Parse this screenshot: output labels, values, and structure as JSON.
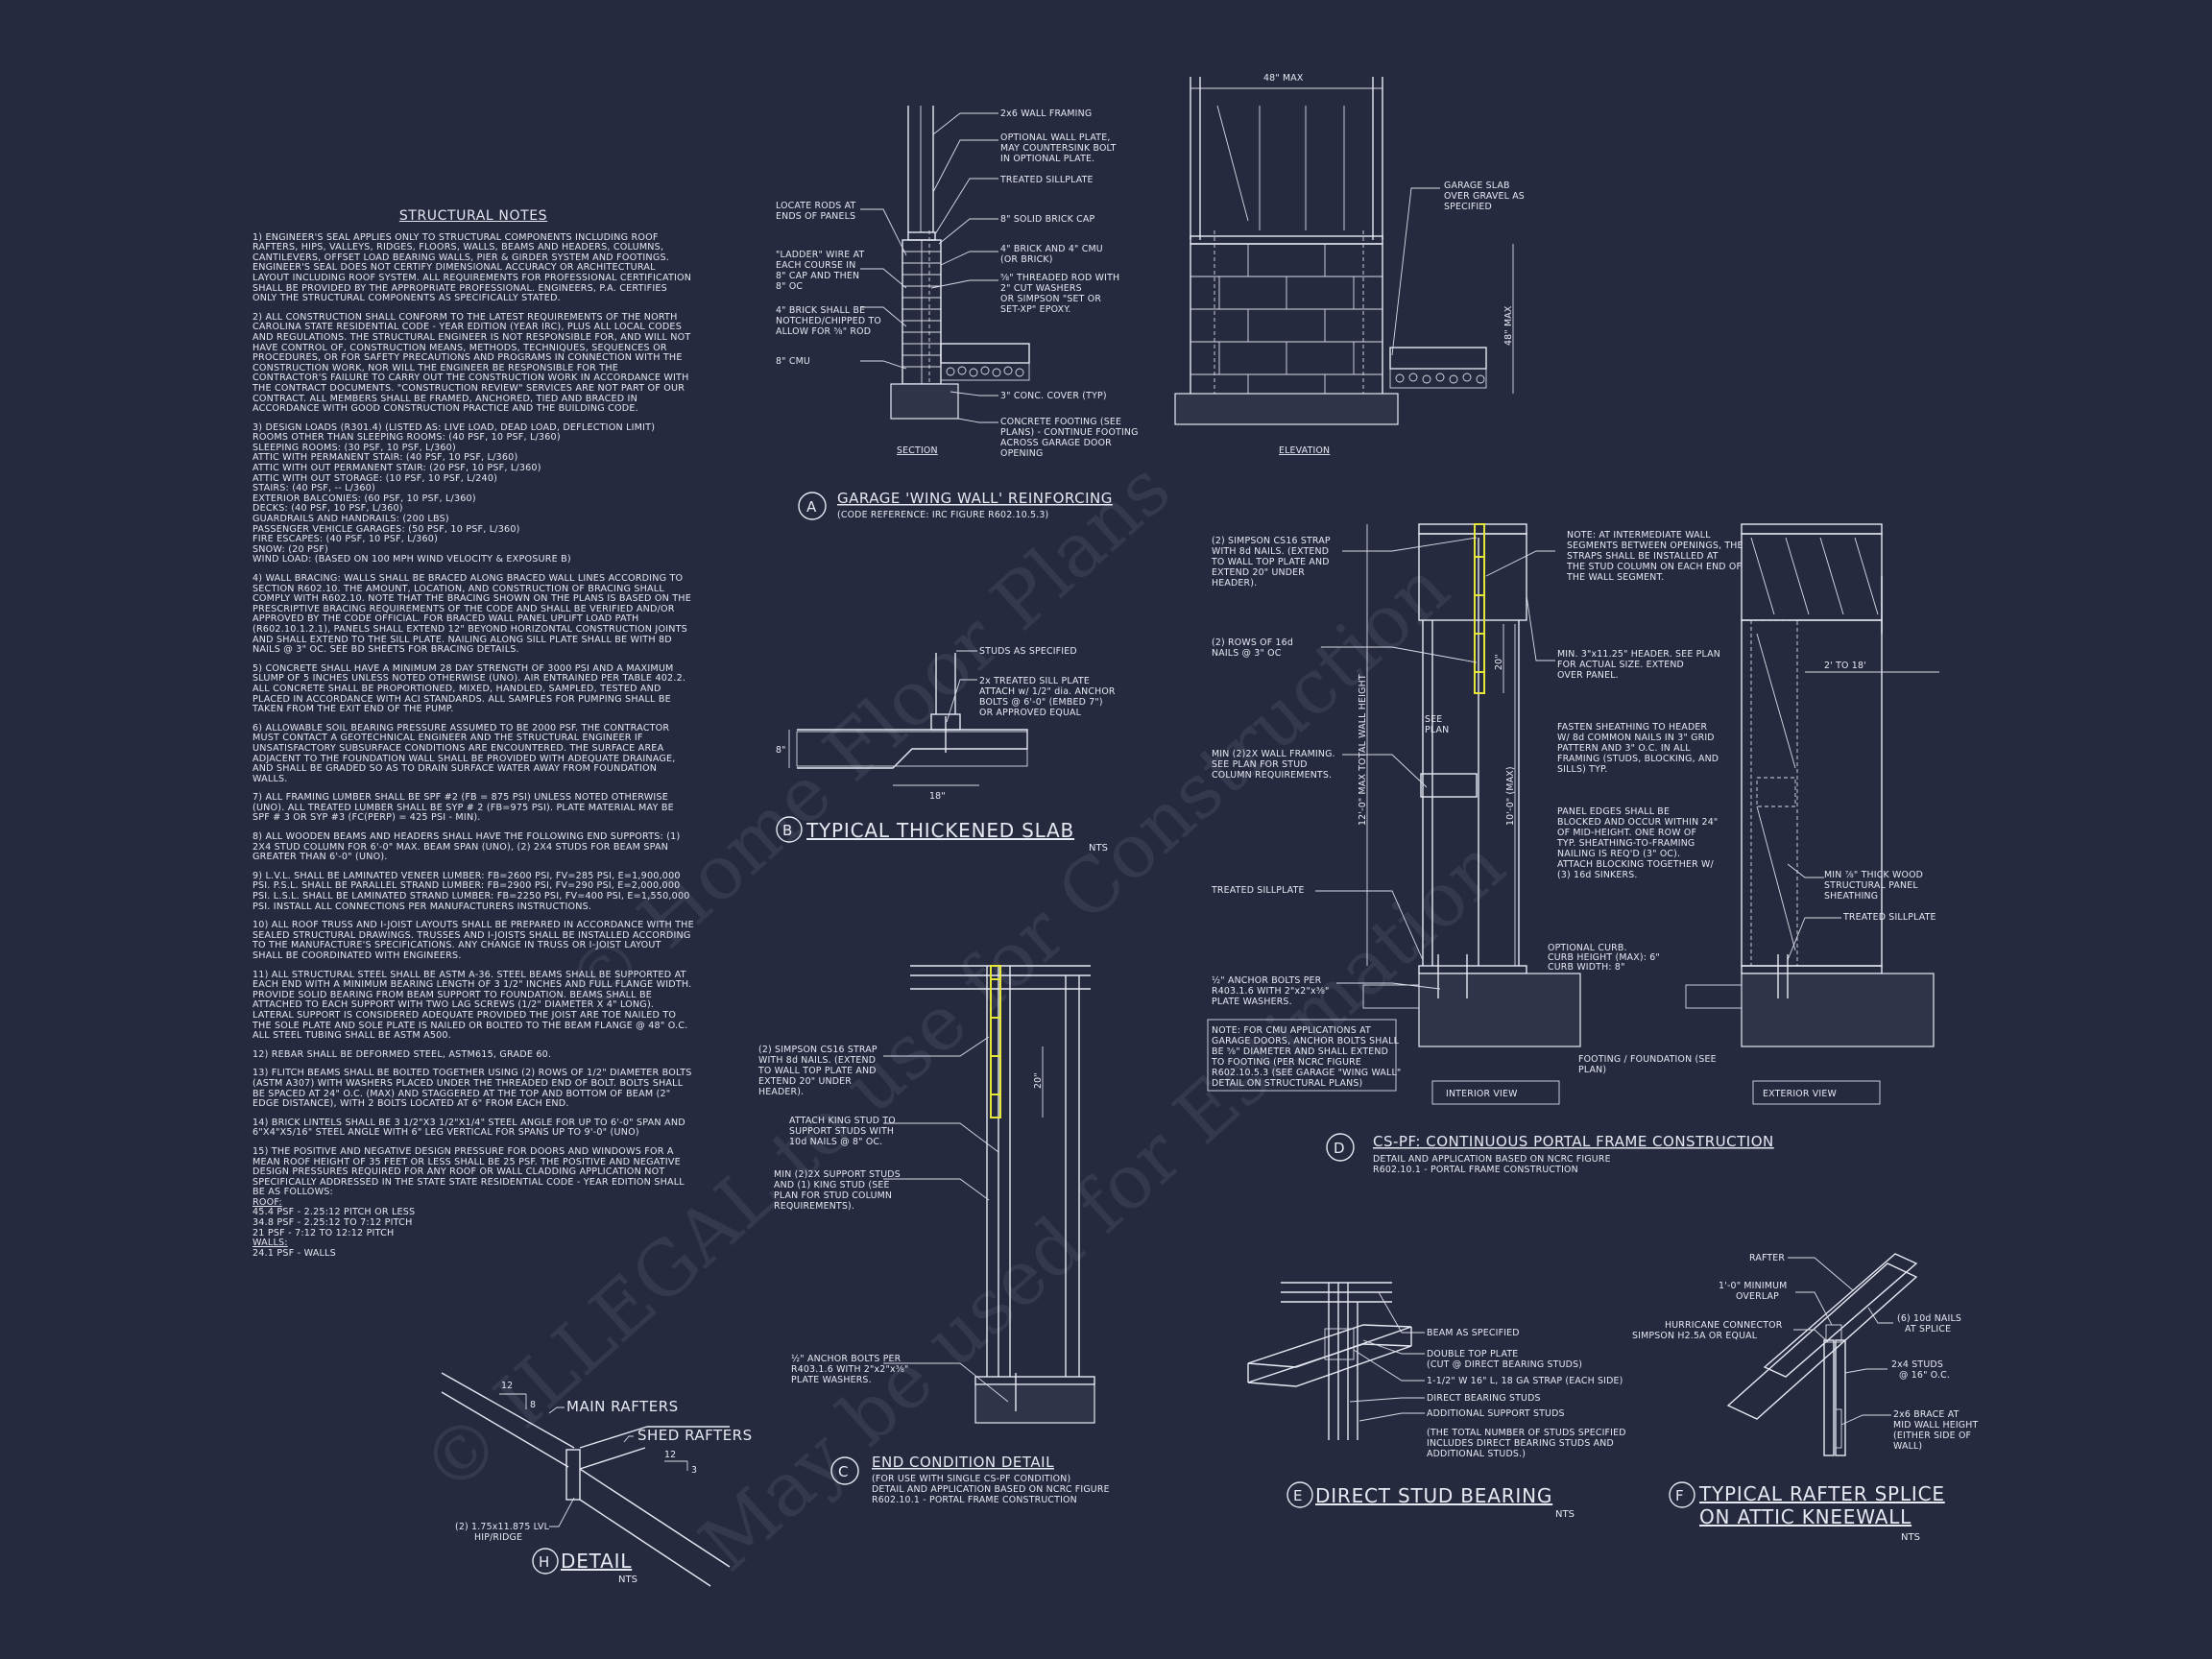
{
  "notes": {
    "title": "STRUCTURAL NOTES",
    "items": [
      "1) ENGINEER'S SEAL APPLIES ONLY TO STRUCTURAL COMPONENTS INCLUDING ROOF RAFTERS, HIPS, VALLEYS, RIDGES, FLOORS, WALLS, BEAMS AND HEADERS, COLUMNS, CANTILEVERS, OFFSET LOAD BEARING WALLS, PIER & GIRDER SYSTEM AND FOOTINGS. ENGINEER'S SEAL DOES NOT CERTIFY DIMENSIONAL ACCURACY OR ARCHITECTURAL LAYOUT INCLUDING ROOF SYSTEM. ALL REQUIREMENTS FOR PROFESSIONAL CERTIFICATION SHALL BE PROVIDED BY THE APPROPRIATE PROFESSIONAL. ENGINEERS, P.A. CERTIFIES ONLY THE STRUCTURAL COMPONENTS AS SPECIFICALLY STATED.",
      "2) ALL CONSTRUCTION SHALL CONFORM TO THE LATEST REQUIREMENTS OF THE NORTH CAROLINA STATE RESIDENTIAL CODE - YEAR EDITION (YEAR IRC), PLUS ALL LOCAL CODES AND REGULATIONS. THE STRUCTURAL ENGINEER IS NOT RESPONSIBLE FOR, AND WILL NOT HAVE CONTROL OF, CONSTRUCTION MEANS, METHODS, TECHNIQUES, SEQUENCES OR PROCEDURES, OR FOR SAFETY PRECAUTIONS AND PROGRAMS IN CONNECTION WITH THE CONSTRUCTION WORK, NOR WILL THE ENGINEER BE RESPONSIBLE FOR THE CONTRACTOR'S FAILURE TO CARRY OUT THE CONSTRUCTION WORK IN ACCORDANCE WITH THE CONTRACT DOCUMENTS. \"CONSTRUCTION REVIEW\" SERVICES ARE NOT PART OF OUR CONTRACT. ALL MEMBERS SHALL BE FRAMED, ANCHORED, TIED AND BRACED IN ACCORDANCE WITH GOOD CONSTRUCTION PRACTICE AND THE BUILDING CODE.",
      "3) DESIGN LOADS (R301.4) (LISTED AS: LIVE LOAD, DEAD LOAD, DEFLECTION LIMIT)\nROOMS OTHER THAN SLEEPING ROOMS: (40 PSF, 10 PSF, L/360)\nSLEEPING ROOMS: (30 PSF, 10 PSF, L/360)\nATTIC WITH PERMANENT STAIR: (40 PSF, 10 PSF, L/360)\nATTIC WITH OUT PERMANENT STAIR: (20 PSF, 10 PSF, L/360)\nATTIC WITH OUT STORAGE: (10 PSF, 10 PSF, L/240)\nSTAIRS: (40 PSF, -- L/360)\nEXTERIOR BALCONIES: (60 PSF, 10 PSF, L/360)\nDECKS: (40 PSF, 10 PSF, L/360)\nGUARDRAILS AND HANDRAILS: (200 LBS)\nPASSENGER VEHICLE GARAGES: (50 PSF, 10 PSF, L/360)\nFIRE ESCAPES: (40 PSF, 10 PSF, L/360)\nSNOW: (20      PSF)\nWIND LOAD: (BASED ON 100 MPH WIND VELOCITY & EXPOSURE B)",
      "4) WALL BRACING: WALLS SHALL BE BRACED ALONG BRACED WALL LINES ACCORDING TO SECTION R602.10. THE AMOUNT, LOCATION, AND CONSTRUCTION OF BRACING SHALL COMPLY WITH R602.10. NOTE THAT THE BRACING SHOWN ON THE PLANS IS BASED ON THE PRESCRIPTIVE BRACING REQUIREMENTS OF THE CODE AND SHALL BE VERIFIED AND/OR APPROVED BY THE CODE OFFICIAL. FOR BRACED WALL PANEL UPLIFT LOAD PATH (R602.10.1.2.1), PANELS SHALL EXTEND 12\" BEYOND HORIZONTAL CONSTRUCTION JOINTS AND SHALL EXTEND TO THE SILL PLATE. NAILING ALONG SILL PLATE SHALL BE WITH 8d NAILS @ 3\" OC. SEE BD SHEETS FOR BRACING DETAILS.",
      "5) CONCRETE SHALL HAVE A MINIMUM 28 DAY STRENGTH OF 3000 PSI AND A MAXIMUM SLUMP OF 5 INCHES UNLESS NOTED OTHERWISE (UNO). AIR ENTRAINED PER TABLE 402.2. ALL CONCRETE SHALL BE PROPORTIONED, MIXED, HANDLED, SAMPLED, TESTED AND PLACED IN ACCORDANCE WITH ACI STANDARDS. ALL SAMPLES FOR PUMPING SHALL BE TAKEN FROM THE EXIT END OF THE PUMP.",
      "6) ALLOWABLE SOIL BEARING PRESSURE ASSUMED TO BE 2000 PSF. THE CONTRACTOR MUST CONTACT A GEOTECHNICAL ENGINEER AND THE STRUCTURAL ENGINEER IF UNSATISFACTORY SUBSURFACE CONDITIONS ARE ENCOUNTERED. THE SURFACE AREA ADJACENT TO THE FOUNDATION WALL SHALL BE PROVIDED WITH ADEQUATE DRAINAGE, AND SHALL BE GRADED SO AS TO DRAIN SURFACE WATER AWAY FROM FOUNDATION WALLS.",
      "7) ALL FRAMING LUMBER SHALL BE SPF #2 (Fb = 875 PSI) UNLESS NOTED OTHERWISE (UNO). ALL TREATED LUMBER SHALL BE SYP # 2 (Fb=975 PSI). PLATE MATERIAL MAY BE SPF # 3 OR SYP #3 (Fc(perp) = 425 PSI - MIN).",
      "8) ALL WOODEN BEAMS AND HEADERS SHALL HAVE THE FOLLOWING END SUPPORTS: (1) 2x4 STUD COLUMN FOR 6'-0\" MAX. BEAM SPAN (UNO), (2) 2X4 STUDS FOR BEAM SPAN GREATER THAN 6'-0\" (UNO).",
      "9) L.V.L. SHALL BE LAMINATED VENEER LUMBER: Fb=2600 PSI, Fv=285 PSI, E=1,900,000 PSI. P.S.L. SHALL BE PARALLEL STRAND LUMBER: Fb=2900 PSI, Fv=290 PSI, E=2,000,000 PSI. L.S.L. SHALL BE LAMINATED STRAND LUMBER: Fb=2250 PSI, Fv=400 PSI, E=1,550,000 PSI. INSTALL ALL CONNECTIONS PER MANUFACTURERS INSTRUCTIONS.",
      "10) ALL ROOF TRUSS AND I-JOIST LAYOUTS SHALL BE PREPARED IN ACCORDANCE WITH THE SEALED STRUCTURAL DRAWINGS. TRUSSES AND I-JOISTS SHALL BE INSTALLED ACCORDING TO THE MANUFACTURE'S SPECIFICATIONS. ANY CHANGE IN TRUSS OR I-JOIST LAYOUT SHALL BE COORDINATED WITH ENGINEERS.",
      "11) ALL STRUCTURAL STEEL SHALL BE ASTM A-36. STEEL BEAMS SHALL BE SUPPORTED AT EACH END WITH A MINIMUM BEARING LENGTH OF 3 1/2\" INCHES AND FULL FLANGE WIDTH. PROVIDE SOLID BEARING FROM BEAM SUPPORT TO FOUNDATION. BEAMS SHALL BE ATTACHED TO EACH SUPPORT WITH TWO LAG SCREWS (1/2\" DIAMETER x 4\" LONG). LATERAL SUPPORT IS CONSIDERED ADEQUATE PROVIDED THE JOIST ARE TOE NAILED TO THE SOLE PLATE AND SOLE PLATE IS NAILED OR BOLTED TO THE BEAM FLANGE @ 48\" O.C. ALL STEEL TUBING SHALL BE ASTM A500.",
      "12) REBAR SHALL BE DEFORMED STEEL, ASTM615, GRADE 60.",
      "13) FLITCH BEAMS SHALL BE BOLTED TOGETHER USING (2) ROWS OF 1/2\" DIAMETER BOLTS (ASTM A307) WITH WASHERS PLACED UNDER THE THREADED END OF BOLT. BOLTS SHALL BE SPACED AT 24\" O.C. (MAX) AND STAGGERED AT THE TOP AND BOTTOM OF BEAM (2\" EDGE DISTANCE), WITH 2 BOLTS LOCATED AT 6\" FROM EACH END.",
      "14) BRICK LINTELS SHALL BE 3 1/2\"x3 1/2\"x1/4\" STEEL ANGLE FOR UP TO 6'-0\" SPAN AND 6\"x4\"x5/16\" STEEL ANGLE WITH 6\" LEG VERTICAL FOR SPANS UP TO 9'-0\" (UNO)",
      "15) THE POSITIVE AND NEGATIVE DESIGN PRESSURE FOR DOORS AND WINDOWS FOR A MEAN ROOF HEIGHT OF 35 FEET OR LESS SHALL BE 25 PSF. THE POSITIVE AND NEGATIVE DESIGN PRESSURES REQUIRED FOR ANY ROOF OR WALL CLADDING APPLICATION NOT SPECIFICALLY ADDRESSED IN THE STATE STATE RESIDENTIAL CODE - YEAR EDITION SHALL BE AS FOLLOWS:"
    ],
    "roof_label": "ROOF:",
    "roof_lines": [
      "45.4 PSF - 2.25:12 PITCH OR LESS",
      "34.8 PSF - 2.25:12 TO 7:12 PITCH",
      "21 PSF - 7:12 TO 12:12 PITCH"
    ],
    "walls_label": "WALLS:",
    "walls_lines": [
      "24.1 PSF - WALLS"
    ]
  },
  "detail_a": {
    "letter": "A",
    "title": "GARAGE 'WING WALL' REINFORCING",
    "subtitle": "(CODE REFERENCE: IRC FIGURE R602.10.5.3)",
    "section_label": "SECTION",
    "elevation_label": "ELEVATION",
    "dim_width": "48\" MAX",
    "dim_height": "48\" MAX",
    "left_labels": [
      "LOCATE RODS AT",
      "ENDS OF PANELS",
      "\"LADDER\" WIRE AT",
      "EACH COURSE IN",
      "8\" CAP AND THEN",
      "8\" OC",
      "4\" BRICK SHALL BE",
      "NOTCHED/CHIPPED TO",
      "ALLOW FOR ⅝\" ROD",
      "8\" CMU"
    ],
    "mid_labels": [
      "2x6 WALL FRAMING",
      "OPTIONAL WALL PLATE,",
      "MAY COUNTERSINK BOLT",
      "IN OPTIONAL PLATE.",
      "TREATED SILLPLATE",
      "8\" SOLID BRICK CAP",
      "4\" BRICK AND 4\" CMU",
      "(OR BRICK)",
      "⅝\" THREADED ROD WITH",
      "2\" CUT WASHERS",
      "OR SIMPSON \"SET OR",
      "SET-XP\" EPOXY.",
      "3\" CONC. COVER (TYP)",
      "CONCRETE FOOTING (SEE",
      "PLANS) - CONTINUE FOOTING",
      "ACROSS GARAGE DOOR",
      "OPENING"
    ],
    "right_labels": [
      "GARAGE SLAB",
      "OVER GRAVEL AS",
      "SPECIFIED"
    ]
  },
  "detail_b": {
    "letter": "B",
    "title": "TYPICAL THICKENED SLAB",
    "scale": "NTS",
    "labels": [
      "STUDS AS SPECIFIED",
      "2x TREATED SILL PLATE",
      "ATTACH w/ 1/2\" dia. ANCHOR",
      "BOLTS @ 6'-0\" (EMBED 7\")",
      "OR APPROVED EQUAL"
    ],
    "dim_depth": "8\"",
    "dim_width": "18\""
  },
  "detail_c": {
    "letter": "C",
    "title": "END CONDITION DETAIL",
    "subtitle_lines": [
      "(FOR USE WITH SINGLE CS-PF CONDITION)",
      "DETAIL AND APPLICATION BASED ON NCRC FIGURE",
      "R602.10.1 - PORTAL FRAME CONSTRUCTION"
    ],
    "labels": [
      "(2) SIMPSON CS16 STRAP",
      "WITH 8d NAILS. (EXTEND",
      "TO WALL TOP PLATE AND",
      "EXTEND 20\" UNDER",
      "HEADER).",
      "ATTACH KING STUD TO",
      "SUPPORT STUDS WITH",
      "10d NAILS @ 8\" OC.",
      "MIN (2)2X SUPPORT STUDS",
      "AND (1) KING STUD (SEE",
      "PLAN FOR STUD COLUMN",
      "REQUIREMENTS).",
      "½\" ANCHOR BOLTS PER",
      "R403.1.6 WITH 2\"x2\"x⅜\"",
      "PLATE WASHERS."
    ],
    "dim": "20\""
  },
  "detail_d": {
    "letter": "D",
    "title": "CS-PF: CONTINUOUS PORTAL FRAME CONSTRUCTION",
    "subtitle_lines": [
      "DETAIL AND APPLICATION BASED ON NCRC FIGURE",
      "R602.10.1 - PORTAL FRAME CONSTRUCTION"
    ],
    "interior_label": "INTERIOR VIEW",
    "exterior_label": "EXTERIOR VIEW",
    "labels_left": [
      "(2) SIMPSON CS16 STRAP",
      "WITH 8d NAILS. (EXTEND",
      "TO WALL TOP PLATE AND",
      "EXTEND 20\" UNDER",
      "HEADER).",
      "(2) ROWS OF 16d",
      "NAILS @ 3\" OC",
      "MIN (2)2X WALL FRAMING.",
      "SEE PLAN FOR STUD",
      "COLUMN REQUIREMENTS.",
      "TREATED SILLPLATE",
      "½\" ANCHOR BOLTS PER",
      "R403.1.6 WITH 2\"x2\"x⅜\"",
      "PLATE WASHERS."
    ],
    "cmu_note": [
      "NOTE: FOR CMU APPLICATIONS AT",
      "GARAGE DOORS, ANCHOR BOLTS SHALL",
      "BE ⅝\" DIAMETER AND SHALL EXTEND",
      "TO FOOTING (PER NCRC FIGURE",
      "R602.10.5.3 (SEE GARAGE \"WING WALL\"",
      "DETAIL ON STRUCTURAL PLANS)"
    ],
    "labels_mid": [
      "NOTE: AT INTERMEDIATE WALL",
      "SEGMENTS BETWEEN OPENINGS, THE",
      "STRAPS SHALL BE INSTALLED AT",
      "THE STUD COLUMN ON EACH END OF",
      "THE WALL SEGMENT.",
      "MIN. 3\"x11.25\" HEADER. SEE PLAN",
      "FOR ACTUAL SIZE. EXTEND",
      "OVER PANEL.",
      "FASTEN SHEATHING TO HEADER",
      "W/ 8d COMMON NAILS IN 3\" GRID",
      "PATTERN AND 3\" O.C. IN ALL",
      "FRAMING (STUDS, BLOCKING, AND",
      "SILLS) TYP.",
      "PANEL EDGES SHALL BE",
      "BLOCKED AND OCCUR WITHIN 24\"",
      "OF MID-HEIGHT.  ONE ROW OF",
      "TYP. SHEATHING-TO-FRAMING",
      "NAILING IS REQ'D (3\" OC).",
      "ATTACH BLOCKING TOGETHER W/",
      "(3) 16d SINKERS.",
      "OPTIONAL CURB.",
      "CURB HEIGHT (MAX): 6\"",
      "CURB WIDTH: 8\"",
      "FOOTING / FOUNDATION (SEE",
      "PLAN)"
    ],
    "labels_right": [
      "2' TO 18'",
      "MIN ⅞\" THICK WOOD",
      "STRUCTURAL PANEL",
      "SHEATHING",
      "TREATED SILLPLATE"
    ],
    "see_plan": [
      "SEE",
      "PLAN"
    ],
    "dim_20": "20\"",
    "dim_12": "12'-0\" MAX TOTAL WALL HEIGHT",
    "dim_10": "10'-0\" (MAX)"
  },
  "detail_e": {
    "letter": "E",
    "title": "DIRECT STUD BEARING",
    "scale": "NTS",
    "labels": [
      "BEAM AS SPECIFIED",
      "DOUBLE TOP PLATE",
      "(CUT @ DIRECT BEARING STUDS)",
      "1-1/2\" W 16\" L, 18 GA STRAP (EACH SIDE)",
      "DIRECT BEARING STUDS",
      "ADDITIONAL SUPPORT STUDS",
      "(THE TOTAL NUMBER OF STUDS SPECIFIED",
      "INCLUDES DIRECT BEARING STUDS AND",
      "ADDITIONAL STUDS.)"
    ]
  },
  "detail_f": {
    "letter": "F",
    "title_line1": "TYPICAL RAFTER SPLICE",
    "title_line2": "ON ATTIC KNEEWALL",
    "scale": "NTS",
    "labels": [
      "RAFTER",
      "1'-0\" MINIMUM",
      "OVERLAP",
      "HURRICANE CONNECTOR",
      "SIMPSON H2.5A OR EQUAL",
      "(6) 10d NAILS",
      "AT SPLICE",
      "2x4 STUDS",
      "@ 16\" O.C.",
      "2x6 BRACE AT",
      "MID WALL HEIGHT",
      "(EITHER SIDE OF",
      "WALL)"
    ]
  },
  "detail_h": {
    "letter": "H",
    "title": "DETAIL",
    "scale": "NTS",
    "labels": [
      "MAIN RAFTERS",
      "SHED RAFTERS",
      "(2) 1.75x11.875 LVL",
      "HIP/RIDGE"
    ],
    "pitch_main": [
      "12",
      "8"
    ],
    "pitch_shed": [
      "12",
      "3"
    ]
  },
  "watermark": {
    "line1": "© ILLEGAL to use for Construction",
    "line2": "May be used for Estimation",
    "line3": "© Home Floor Plans"
  },
  "colors": {
    "background": "#262a3e",
    "linework": "#e7e9f3",
    "strap": "#e4e63a"
  }
}
